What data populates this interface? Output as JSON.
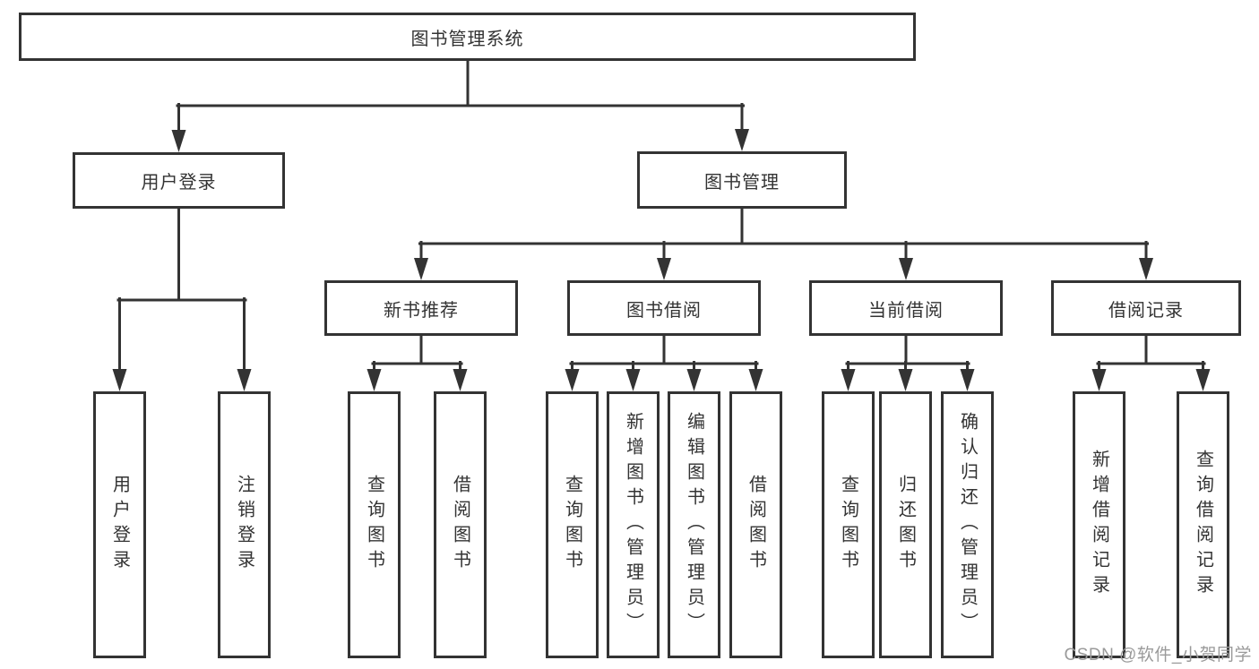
{
  "diagram": {
    "root_label": "图书管理系统",
    "branches": {
      "user_login": {
        "label": "用户登录",
        "children": [
          "用户登录",
          "注销登录"
        ]
      },
      "book_management": {
        "label": "图书管理",
        "sections": {
          "new_book_recommend": {
            "label": "新书推荐",
            "children": [
              "查询图书",
              "借阅图书"
            ]
          },
          "book_borrow": {
            "label": "图书借阅",
            "children": [
              "查询图书",
              "新增图书（管理员）",
              "编辑图书（管理员）",
              "借阅图书"
            ]
          },
          "current_borrow": {
            "label": "当前借阅",
            "children": [
              "查询图书",
              "归还图书",
              "确认归还（管理员）"
            ]
          },
          "borrow_records": {
            "label": "借阅记录",
            "children": [
              "新增借阅记录",
              "查询借阅记录"
            ]
          }
        }
      }
    }
  },
  "watermark": "CSDN @软件_小贺同学",
  "colors": {
    "line": "#333333",
    "border": "#333333",
    "text": "#333333",
    "watermark": "#9a9a9a",
    "background": "#ffffff"
  }
}
